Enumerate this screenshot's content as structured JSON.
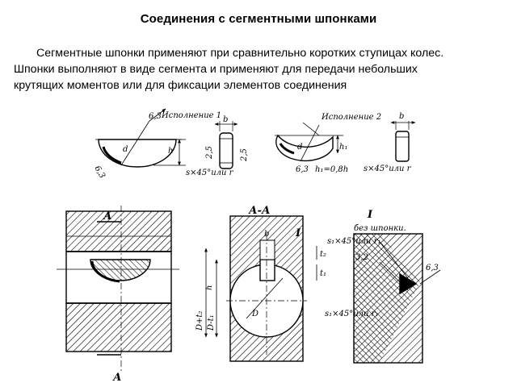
{
  "slide": {
    "title": "Соединения с сегментными  шпонками",
    "body_lines": [
      "Сегментные шпонки применяют при сравнительно коротких ступицах колес.",
      "Шпонки выполняют в виде сегмента и применяют для передачи небольших",
      "крутящих моментов или для фиксации элементов соединения"
    ]
  },
  "drawing": {
    "variant1_label": "Исполнение 1",
    "variant2_label": "Исполнение 2",
    "dim_63": "6,3",
    "dim_d": "d",
    "dim_h": "h",
    "dim_b": "b",
    "dim_25": "2,5",
    "dim_s45": "s×45°или r",
    "dim_h1_note": "h₁=0,8h",
    "dim_h1": "h₁",
    "section_label": "А-А",
    "section_mark_a": "А",
    "detail_label": "I",
    "no_key_label": "без шпонки.",
    "dim_t2": "t₂",
    "dim_t1": "t₁",
    "dim_D_t2": "D+t₂",
    "dim_D_t1": "D-t₁",
    "dim_D": "D",
    "dim_s1_r1": "s₁×45°или r₁",
    "dim_32": "3,2"
  }
}
